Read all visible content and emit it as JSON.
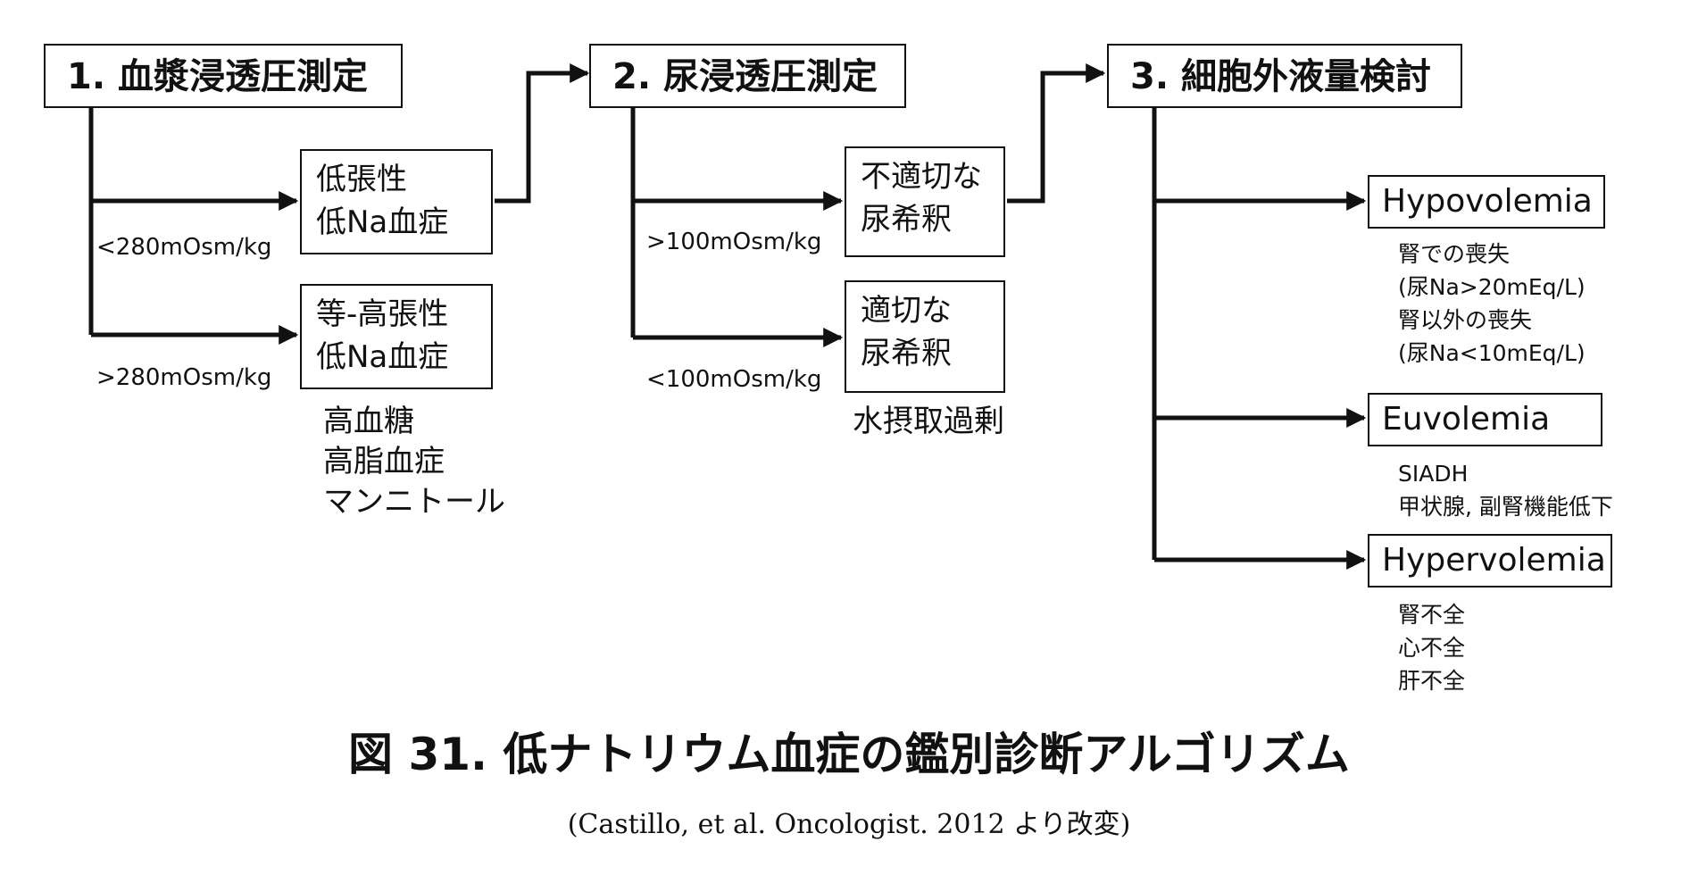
{
  "steps": {
    "s1": "1. 血漿浸透圧測定",
    "s2": "2. 尿浸透圧測定",
    "s3": "3. 細胞外液量検討"
  },
  "plasma": {
    "low_cond": "<280mOsm/kg",
    "low_box": [
      "低張性",
      "低Na血症"
    ],
    "high_cond": ">280mOsm/kg",
    "high_box": [
      "等-高張性",
      "低Na血症"
    ],
    "high_causes": [
      "高血糖",
      "高脂血症",
      "マンニトール"
    ]
  },
  "urine": {
    "high_cond": ">100mOsm/kg",
    "high_box": [
      "不適切な",
      "尿希釈"
    ],
    "low_cond": "<100mOsm/kg",
    "low_box": [
      "適切な",
      "尿希釈"
    ],
    "low_cause": "水摂取過剰"
  },
  "volume": {
    "hypo": {
      "label": "Hypovolemia",
      "notes": [
        "腎での喪失",
        "(尿Na>20mEq/L)",
        "腎以外の喪失",
        "(尿Na<10mEq/L)"
      ]
    },
    "eu": {
      "label": "Euvolemia",
      "notes": [
        "SIADH",
        "甲状腺, 副腎機能低下"
      ]
    },
    "hyper": {
      "label": "Hypervolemia",
      "notes": [
        "腎不全",
        "心不全",
        "肝不全"
      ]
    }
  },
  "caption": "図 31. 低ナトリウム血症の鑑別診断アルゴリズム",
  "source": "(Castillo, et al. Oncologist. 2012 より改変)"
}
